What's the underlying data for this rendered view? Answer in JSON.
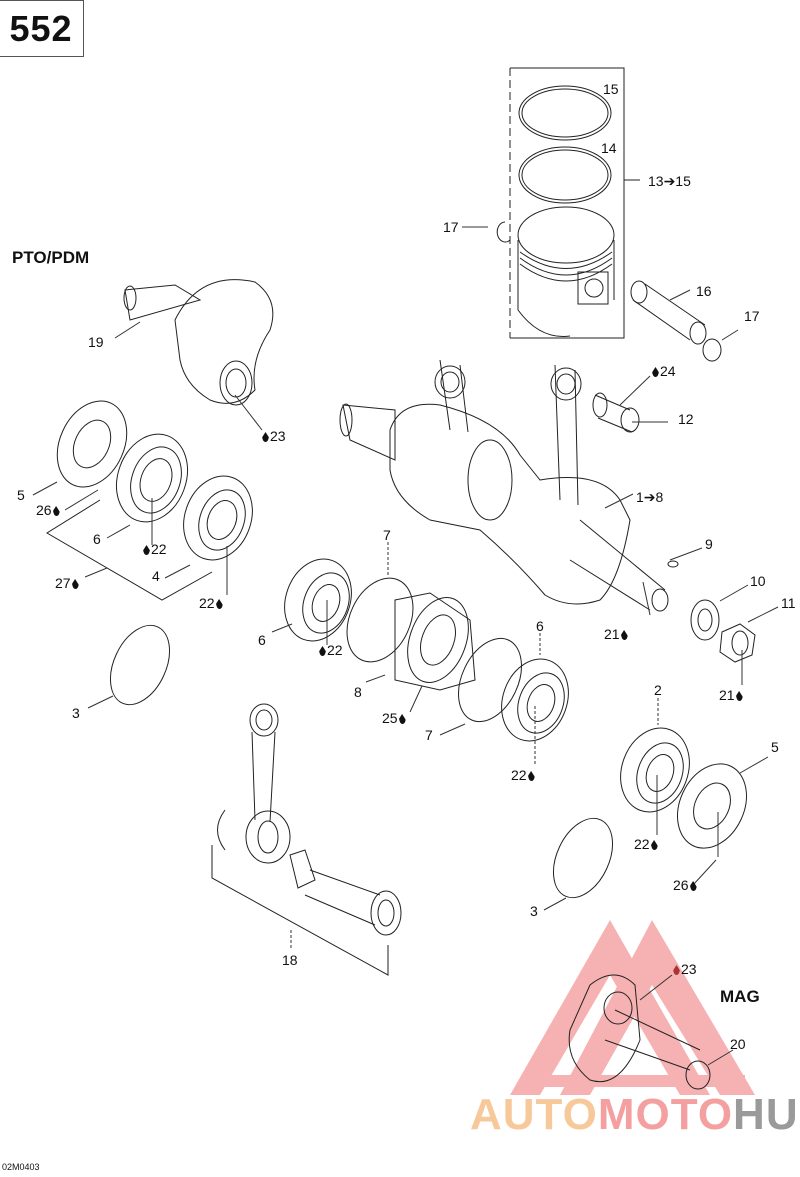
{
  "page": {
    "number": "552",
    "reference_code": "02M0403"
  },
  "sections": {
    "pto": "PTO/PDM",
    "mag": "MAG"
  },
  "callouts": [
    {
      "id": "c15",
      "text": "15"
    },
    {
      "id": "c14",
      "text": "14"
    },
    {
      "id": "c13",
      "text": "13➔15"
    },
    {
      "id": "c17a",
      "text": "17"
    },
    {
      "id": "c16",
      "text": "16"
    },
    {
      "id": "c17b",
      "text": "17"
    },
    {
      "id": "c19",
      "text": "19"
    },
    {
      "id": "c24",
      "text": "24",
      "lubricant": "before"
    },
    {
      "id": "c12",
      "text": "12"
    },
    {
      "id": "c23a",
      "text": "23",
      "lubricant": "before"
    },
    {
      "id": "c5a",
      "text": "5"
    },
    {
      "id": "c26a",
      "text": "26",
      "lubricant": "after"
    },
    {
      "id": "c6a",
      "text": "6"
    },
    {
      "id": "c22a",
      "text": "22",
      "lubricant": "before"
    },
    {
      "id": "c1",
      "text": "1➔8"
    },
    {
      "id": "c9",
      "text": "9"
    },
    {
      "id": "c27",
      "text": "27",
      "lubricant": "after"
    },
    {
      "id": "c4",
      "text": "4"
    },
    {
      "id": "c22b",
      "text": "22",
      "lubricant": "after"
    },
    {
      "id": "c7a",
      "text": "7"
    },
    {
      "id": "c10",
      "text": "10"
    },
    {
      "id": "c11",
      "text": "11"
    },
    {
      "id": "c6b",
      "text": "6"
    },
    {
      "id": "c22c",
      "text": "22",
      "lubricant": "before"
    },
    {
      "id": "c21a",
      "text": "21",
      "lubricant": "after"
    },
    {
      "id": "c6c",
      "text": "6"
    },
    {
      "id": "c8",
      "text": "8"
    },
    {
      "id": "c21b",
      "text": "21",
      "lubricant": "after"
    },
    {
      "id": "c3a",
      "text": "3"
    },
    {
      "id": "c25",
      "text": "25",
      "lubricant": "after"
    },
    {
      "id": "c2",
      "text": "2"
    },
    {
      "id": "c7b",
      "text": "7"
    },
    {
      "id": "c5b",
      "text": "5"
    },
    {
      "id": "c22d",
      "text": "22",
      "lubricant": "after"
    },
    {
      "id": "c22e",
      "text": "22",
      "lubricant": "after"
    },
    {
      "id": "c26b",
      "text": "26",
      "lubricant": "after"
    },
    {
      "id": "c3b",
      "text": "3"
    },
    {
      "id": "c18",
      "text": "18"
    },
    {
      "id": "c23b",
      "text": "23",
      "lubricant": "before"
    },
    {
      "id": "c20",
      "text": "20"
    }
  ],
  "watermark": {
    "part1": "AUTO",
    "part2": "MOTO",
    "part3": "HUB",
    "color1": "#f7c99a",
    "color2": "#f4a0a0",
    "color3": "#9a9a9a"
  }
}
